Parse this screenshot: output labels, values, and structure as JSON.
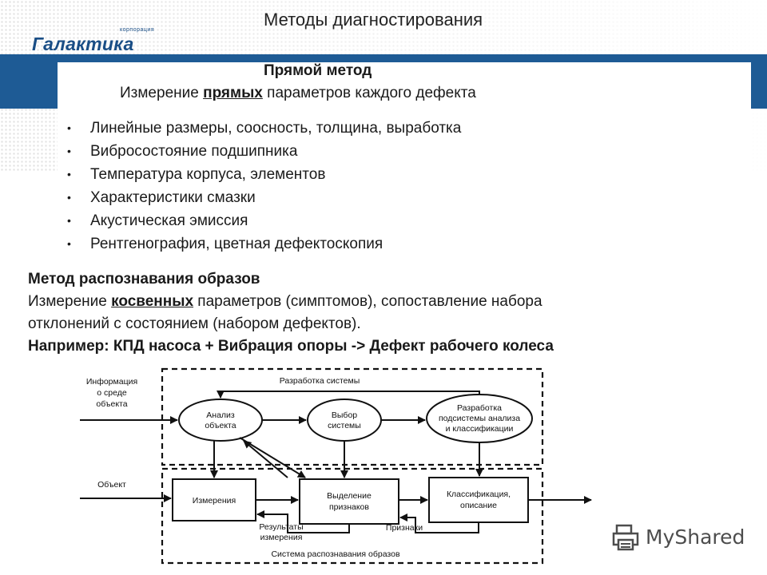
{
  "header": {
    "title": "Методы диагностирования",
    "logo_small": "корпорация",
    "logo_main": "Галактика"
  },
  "band": {
    "title": "Прямой метод",
    "subtitle_pre": "Измерение ",
    "subtitle_bold": "прямых",
    "subtitle_post": " параметров каждого дефекта"
  },
  "bullets": [
    "Линейные размеры, соосность, толщина, выработка",
    "Вибросостояние подшипника",
    "Температура корпуса, элементов",
    "Характеристики смазки",
    "Акустическая эмиссия",
    "Рентгенография, цветная дефектоскопия"
  ],
  "bullet_symbol": "•",
  "section2": {
    "heading": "Метод распознавания образов",
    "line_pre": "Измерение ",
    "line_bold": "косвенных",
    "line_post": " параметров (симптомов), сопоставление набора",
    "line2": "отклонений с состоянием (набором дефектов).",
    "example": "Например: КПД насоса + Вибрация опоры -> Дефект рабочего колеса"
  },
  "diagram": {
    "input_info": [
      "Информация",
      "о среде",
      "объекта"
    ],
    "input_object": "Объект",
    "dev_system_label": "Разработка системы",
    "recog_system_label": "Система распознавания образов",
    "ellipse1": [
      "Анализ",
      "объекта"
    ],
    "ellipse2": [
      "Выбор",
      "системы"
    ],
    "ellipse3": [
      "Разработка",
      "подсистемы анализа",
      "и классификации"
    ],
    "box1": "Измерения",
    "box2": [
      "Выделение",
      "признаков"
    ],
    "box3": [
      "Классификация,",
      "описание"
    ],
    "results_label": [
      "Результаты",
      "измерения"
    ],
    "features_label": "Признаки"
  },
  "watermark": "MyShared",
  "colors": {
    "band": "#1e5b95",
    "logo": "#1a4e86"
  }
}
